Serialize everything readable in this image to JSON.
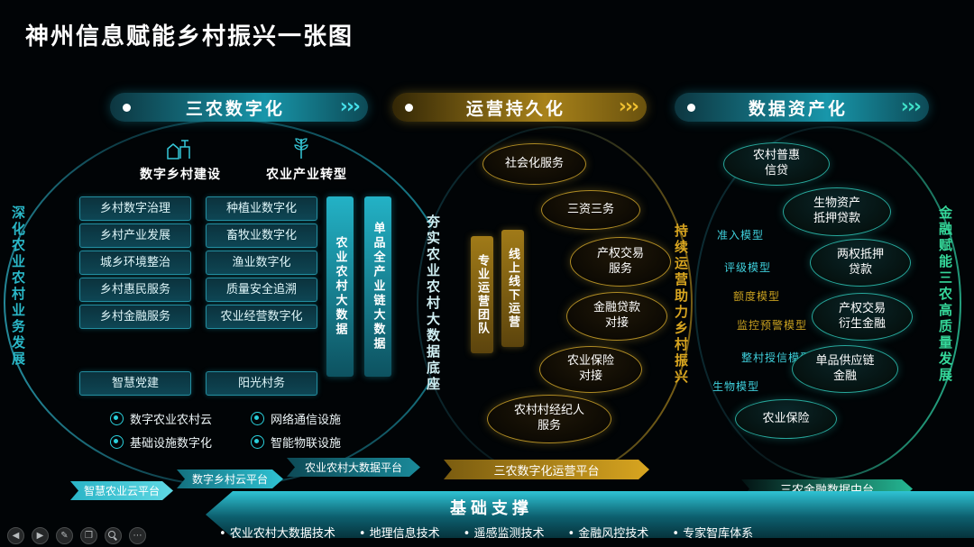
{
  "title": "神州信息赋能乡村振兴一张图",
  "palette": {
    "teal": "#1aa0b4",
    "gold": "#c8a020",
    "green": "#35d89a"
  },
  "icons": {
    "chevrons": "›››",
    "prev": "◀",
    "next": "▶",
    "pen": "✎",
    "slides": "❐",
    "more": "⋯"
  },
  "col1": {
    "header": "三农数字化",
    "left_edge": "深化农业农村业务发展",
    "right_edge": "夯实农业农村大数据底座",
    "group1_label": "数字乡村建设",
    "group2_label": "农业产业转型",
    "group1_items": [
      "乡村数字治理",
      "乡村产业发展",
      "城乡环境整治",
      "乡村惠民服务",
      "乡村金融服务",
      "智慧党建"
    ],
    "group2_items": [
      "种植业数字化",
      "畜牧业数字化",
      "渔业数字化",
      "质量安全追溯",
      "农业经营数字化",
      "阳光村务"
    ],
    "bars": [
      "农业农村大数据",
      "单品全产业链大数据"
    ],
    "infra": [
      "数字农业农村云",
      "网络通信设施",
      "基础设施数字化",
      "智能物联设施"
    ],
    "platforms": [
      "智慧农业云平台",
      "数字乡村云平台",
      "农业农村大数据平台"
    ]
  },
  "col2": {
    "header": "运营持久化",
    "right_edge": "持续运营助力乡村振兴",
    "nodes": [
      "社会化服务",
      "三资三务",
      "产权交易服务",
      "金融贷款对接",
      "农业保险对接",
      "农村村经纪人服务"
    ],
    "bars": [
      "专业运营团队",
      "线上线下运营"
    ],
    "platform": "三农数字化运营平台"
  },
  "col3": {
    "header": "数据资产化",
    "right_edge": "金融赋能三农高质量发展",
    "models": [
      "准入模型",
      "评级模型",
      "额度模型",
      "监控预警模型",
      "整村授信模型",
      "生物模型"
    ],
    "nodes": [
      "农村普惠信贷",
      "生物资产抵押贷款",
      "两权抵押贷款",
      "产权交易衍生金融",
      "单品供应链金融",
      "农业保险"
    ],
    "platform": "三农金融数据中台"
  },
  "footer": {
    "banner": "基础支撑",
    "items": [
      "农业农村大数据技术",
      "地理信息技术",
      "遥感监测技术",
      "金融风控技术",
      "专家智库体系"
    ]
  }
}
